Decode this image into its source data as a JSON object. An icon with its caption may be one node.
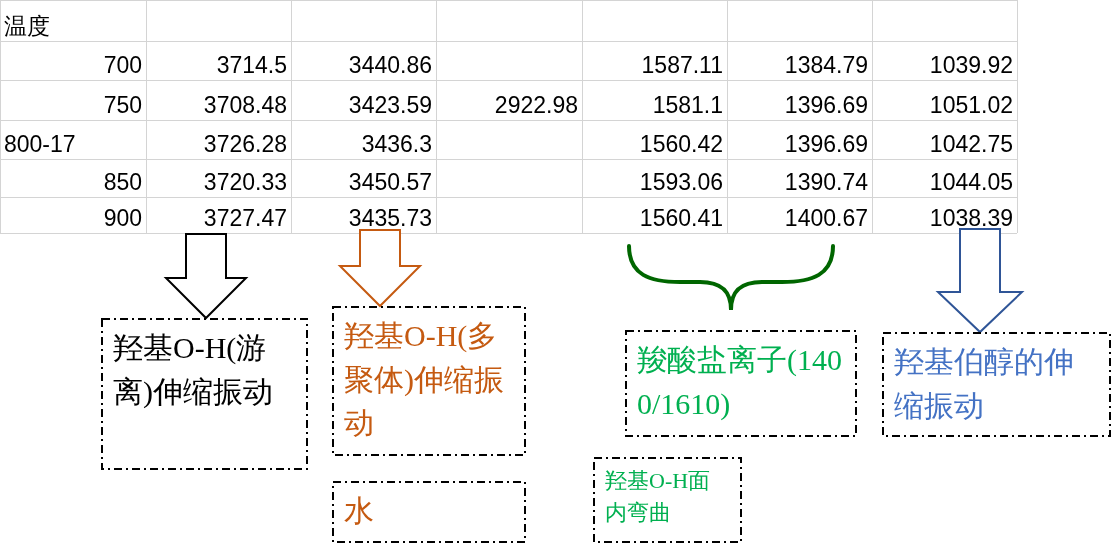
{
  "diagram": {
    "nodes": [
      {
        "text": [
          "羟基O-H(游离)伸缩振动"
        ]
      },
      {
        "text": [
          "羟基O-H(多聚体)伸缩振动"
        ]
      },
      {
        "text": [
          "羧酸盐离子(1400/1610)"
        ]
      },
      {
        "text": [
          "羟基伯醇的伸缩振动"
        ]
      },
      {
        "text": [
          "水"
        ]
      },
      {
        "text": [
          "羟基O-H面内弯曲"
        ]
      }
    ],
    "edges": [
      {
        "from": null,
        "to": 0,
        "arrow": "to"
      },
      {
        "from": null,
        "to": 1,
        "arrow": "to",
        "color": "#c55a11"
      },
      {
        "from": null,
        "to": 3,
        "arrow": "to",
        "color": "#2f5597"
      }
    ],
    "labels": [
      "温度",
      "700",
      "3714.5",
      "3440.86",
      "1587.11",
      "1384.79",
      "1039.92",
      "750",
      "3708.48",
      "3423.59",
      "2922.98",
      "1581.1",
      "1396.69",
      "1051.02",
      "800-17",
      "3726.28",
      "3436.3",
      "1560.42",
      "1396.69",
      "1042.75",
      "850",
      "3720.33",
      "3450.57",
      "1593.06",
      "1390.74",
      "1044.05",
      "900",
      "3727.47",
      "3435.73",
      "1560.41",
      "1400.67",
      "1038.39"
    ]
  }
}
